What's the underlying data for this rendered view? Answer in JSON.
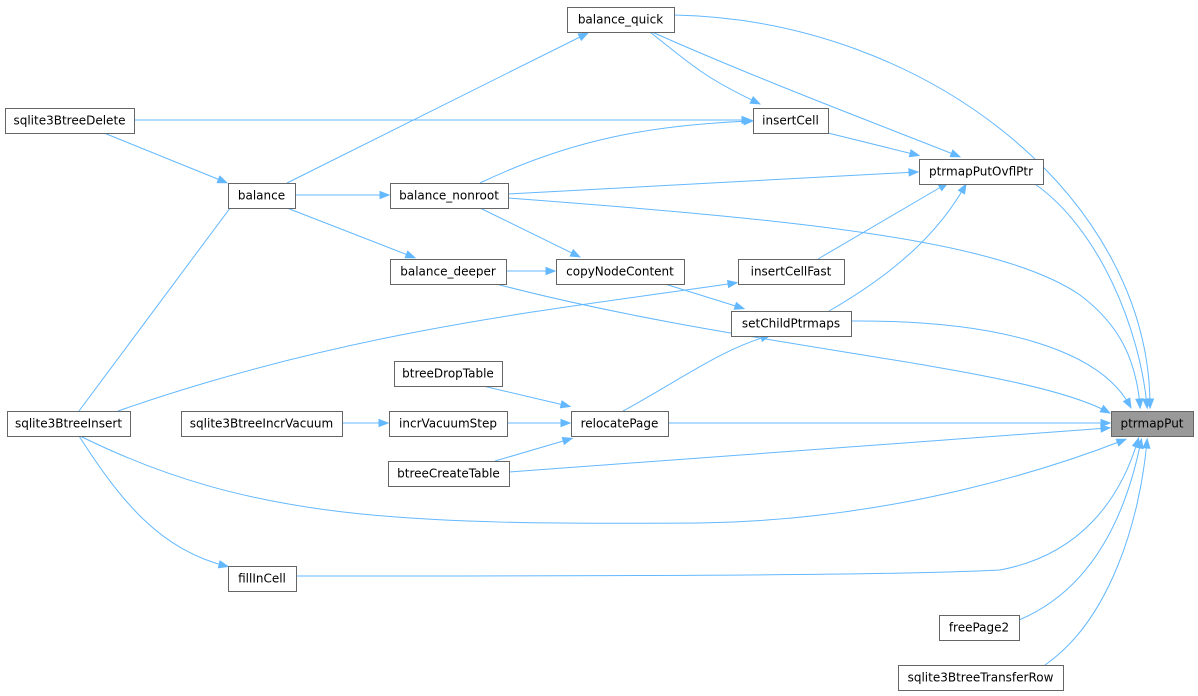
{
  "graph": {
    "nodes": [
      {
        "id": "balance_quick",
        "label": "balance_quick"
      },
      {
        "id": "sqlite3BtreeDelete",
        "label": "sqlite3BtreeDelete"
      },
      {
        "id": "insertCell",
        "label": "insertCell"
      },
      {
        "id": "balance",
        "label": "balance"
      },
      {
        "id": "balance_nonroot",
        "label": "balance_nonroot"
      },
      {
        "id": "ptrmapPutOvflPtr",
        "label": "ptrmapPutOvflPtr"
      },
      {
        "id": "balance_deeper",
        "label": "balance_deeper"
      },
      {
        "id": "copyNodeContent",
        "label": "copyNodeContent"
      },
      {
        "id": "insertCellFast",
        "label": "insertCellFast"
      },
      {
        "id": "setChildPtrmaps",
        "label": "setChildPtrmaps"
      },
      {
        "id": "btreeDropTable",
        "label": "btreeDropTable"
      },
      {
        "id": "sqlite3BtreeInsert",
        "label": "sqlite3BtreeInsert"
      },
      {
        "id": "sqlite3BtreeIncrVacuum",
        "label": "sqlite3BtreeIncrVacuum"
      },
      {
        "id": "incrVacuumStep",
        "label": "incrVacuumStep"
      },
      {
        "id": "relocatePage",
        "label": "relocatePage"
      },
      {
        "id": "ptrmapPut",
        "label": "ptrmapPut"
      },
      {
        "id": "btreeCreateTable",
        "label": "btreeCreateTable"
      },
      {
        "id": "fillInCell",
        "label": "fillInCell"
      },
      {
        "id": "freePage2",
        "label": "freePage2"
      },
      {
        "id": "sqlite3BtreeTransferRow",
        "label": "sqlite3BtreeTransferRow"
      }
    ],
    "edges": [
      {
        "from": "balance_quick",
        "to": "ptrmapPut"
      },
      {
        "from": "balance_quick",
        "to": "ptrmapPutOvflPtr"
      },
      {
        "from": "balance_quick",
        "to": "insertCell"
      },
      {
        "from": "balance",
        "to": "balance_quick"
      },
      {
        "from": "sqlite3BtreeDelete",
        "to": "insertCell"
      },
      {
        "from": "sqlite3BtreeDelete",
        "to": "balance"
      },
      {
        "from": "insertCell",
        "to": "ptrmapPutOvflPtr"
      },
      {
        "from": "balance_nonroot",
        "to": "insertCell"
      },
      {
        "from": "balance_nonroot",
        "to": "ptrmapPutOvflPtr"
      },
      {
        "from": "balance_nonroot",
        "to": "ptrmapPut"
      },
      {
        "from": "balance_nonroot",
        "to": "copyNodeContent"
      },
      {
        "from": "balance",
        "to": "balance_nonroot"
      },
      {
        "from": "balance",
        "to": "balance_deeper"
      },
      {
        "from": "balance_deeper",
        "to": "copyNodeContent"
      },
      {
        "from": "balance_deeper",
        "to": "ptrmapPut"
      },
      {
        "from": "copyNodeContent",
        "to": "setChildPtrmaps"
      },
      {
        "from": "insertCellFast",
        "to": "ptrmapPutOvflPtr"
      },
      {
        "from": "setChildPtrmaps",
        "to": "ptrmapPutOvflPtr"
      },
      {
        "from": "setChildPtrmaps",
        "to": "ptrmapPut"
      },
      {
        "from": "ptrmapPutOvflPtr",
        "to": "ptrmapPut"
      },
      {
        "from": "sqlite3BtreeInsert",
        "to": "insertCellFast"
      },
      {
        "from": "sqlite3BtreeInsert",
        "to": "balance"
      },
      {
        "from": "sqlite3BtreeInsert",
        "to": "ptrmapPut"
      },
      {
        "from": "sqlite3BtreeInsert",
        "to": "fillInCell"
      },
      {
        "from": "btreeDropTable",
        "to": "relocatePage"
      },
      {
        "from": "sqlite3BtreeIncrVacuum",
        "to": "incrVacuumStep"
      },
      {
        "from": "incrVacuumStep",
        "to": "relocatePage"
      },
      {
        "from": "relocatePage",
        "to": "setChildPtrmaps"
      },
      {
        "from": "relocatePage",
        "to": "ptrmapPut"
      },
      {
        "from": "btreeCreateTable",
        "to": "relocatePage"
      },
      {
        "from": "btreeCreateTable",
        "to": "ptrmapPut"
      },
      {
        "from": "fillInCell",
        "to": "ptrmapPut"
      },
      {
        "from": "freePage2",
        "to": "ptrmapPut"
      },
      {
        "from": "sqlite3BtreeTransferRow",
        "to": "ptrmapPut"
      }
    ],
    "highlight_node": "ptrmapPut",
    "colors": {
      "edge": "#63b8ff",
      "node_border": "#666666",
      "node_fill": "#ffffff",
      "highlight_fill": "#999999",
      "text": "#000000"
    }
  }
}
